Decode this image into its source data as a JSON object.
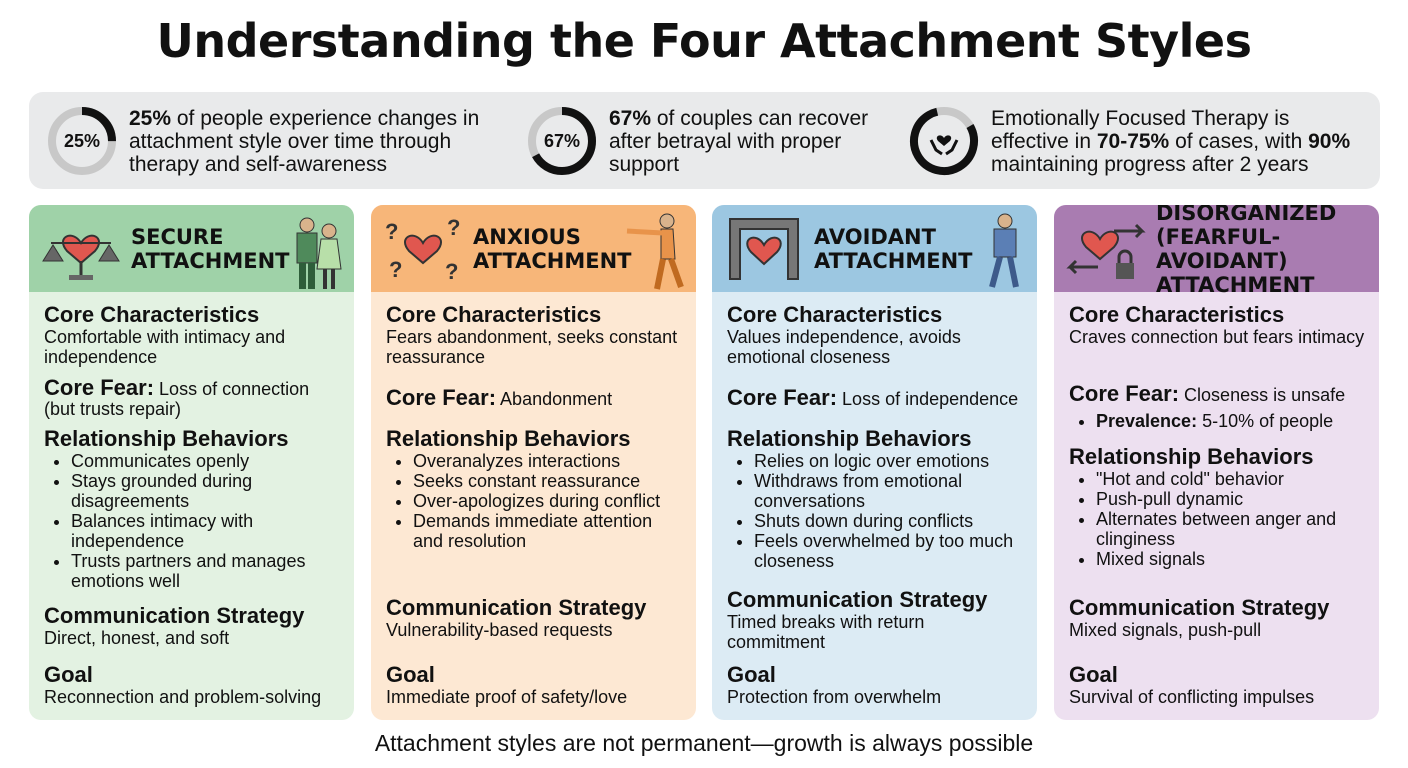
{
  "title": "Understanding the Four Attachment Styles",
  "stats": [
    {
      "ring_label": "25%",
      "percent": 25,
      "bold": "25%",
      "text": " of people experience changes in attachment style over time through therapy and self-awareness"
    },
    {
      "ring_label": "67%",
      "percent": 67,
      "bold": "67%",
      "text": " of couples can recover after betrayal with proper support"
    },
    {
      "icon": "hands-heart-icon",
      "pre": "Emotionally Focused Therapy is effective in ",
      "bold1": "70-75%",
      "mid": " of cases, with ",
      "bold2": "90%",
      "post": " maintaining progress after 2 years"
    }
  ],
  "cards": [
    {
      "title": "SECURE ATTACHMENT",
      "header_color": "#9fd2a8",
      "body_color": "#e3f2e2",
      "cc_h": "Core Characteristics",
      "cc": "Comfortable with intimacy and independence",
      "cf_h": "Core Fear:",
      "cf": " Loss of connection (but trusts repair)",
      "rb_h": "Relationship Behaviors",
      "rb": [
        "Communicates openly",
        "Stays grounded during disagreements",
        "Balances intimacy with independence",
        "Trusts partners and manages emotions well"
      ],
      "cs_h": "Communication Strategy",
      "cs": "Direct, honest, and soft",
      "g_h": "Goal",
      "g": "Reconnection and problem-solving"
    },
    {
      "title": "ANXIOUS ATTACHMENT",
      "header_color": "#f7b679",
      "body_color": "#fde8d3",
      "cc_h": "Core Characteristics",
      "cc": "Fears abandonment, seeks constant reassurance",
      "cf_h": "Core Fear:",
      "cf": " Abandonment",
      "rb_h": "Relationship Behaviors",
      "rb": [
        "Overanalyzes interactions",
        "Seeks constant reassurance",
        "Over-apologizes during conflict",
        "Demands immediate attention and resolution"
      ],
      "cs_h": "Communication Strategy",
      "cs": "Vulnerability-based requests",
      "g_h": "Goal",
      "g": "Immediate proof of safety/love"
    },
    {
      "title": "AVOIDANT ATTACHMENT",
      "header_color": "#9cc7e1",
      "body_color": "#dcebf4",
      "cc_h": "Core Characteristics",
      "cc": "Values independence, avoids emotional closeness",
      "cf_h": "Core Fear:",
      "cf": " Loss of independence",
      "rb_h": "Relationship Behaviors",
      "rb": [
        "Relies on logic over emotions",
        "Withdraws from emotional conversations",
        "Shuts down during conflicts",
        "Feels overwhelmed by too much closeness"
      ],
      "cs_h": "Communication Strategy",
      "cs": "Timed breaks with return commitment",
      "g_h": "Goal",
      "g": "Protection from overwhelm"
    },
    {
      "title": "DISORGANIZED (FEARFUL-AVOIDANT) ATTACHMENT",
      "header_color": "#a97cb1",
      "body_color": "#ede0f0",
      "cc_h": "Core Characteristics",
      "cc": "Craves connection but fears intimacy",
      "cf_h": "Core Fear:",
      "cf": " Closeness is unsafe",
      "prev_h": "Prevalence:",
      "prev": " 5-10% of people",
      "rb_h": "Relationship Behaviors",
      "rb": [
        "\"Hot and cold\" behavior",
        "Push-pull dynamic",
        "Alternates between anger and clinginess",
        "Mixed signals"
      ],
      "cs_h": "Communication Strategy",
      "cs": "Mixed signals, push-pull",
      "g_h": "Goal",
      "g": "Survival of conflicting impulses"
    }
  ],
  "footer": "Attachment styles are not permanent—growth is always possible"
}
